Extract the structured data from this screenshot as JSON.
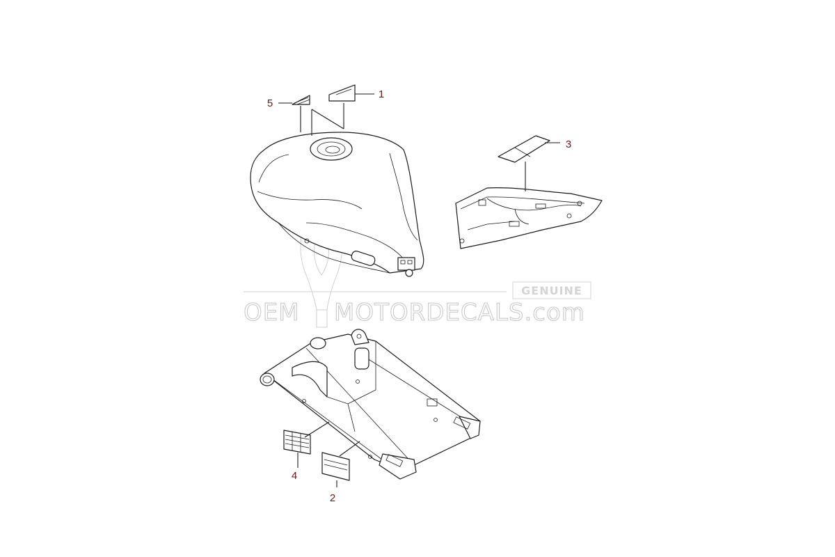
{
  "diagram": {
    "callouts": [
      {
        "id": "1",
        "label": "1"
      },
      {
        "id": "2",
        "label": "2"
      },
      {
        "id": "3",
        "label": "3"
      },
      {
        "id": "4",
        "label": "4"
      },
      {
        "id": "5",
        "label": "5"
      }
    ],
    "parts": [
      "fuel-tank",
      "seat-tail-cover",
      "swingarm"
    ],
    "colors": {
      "callout": "#6b1414",
      "line": "#1a1a1a",
      "watermark": "#c9c9c9"
    }
  },
  "watermark": {
    "brand_left": "OEM",
    "brand_right": "MOTORDECALS.com",
    "badge": "GENUINE"
  }
}
